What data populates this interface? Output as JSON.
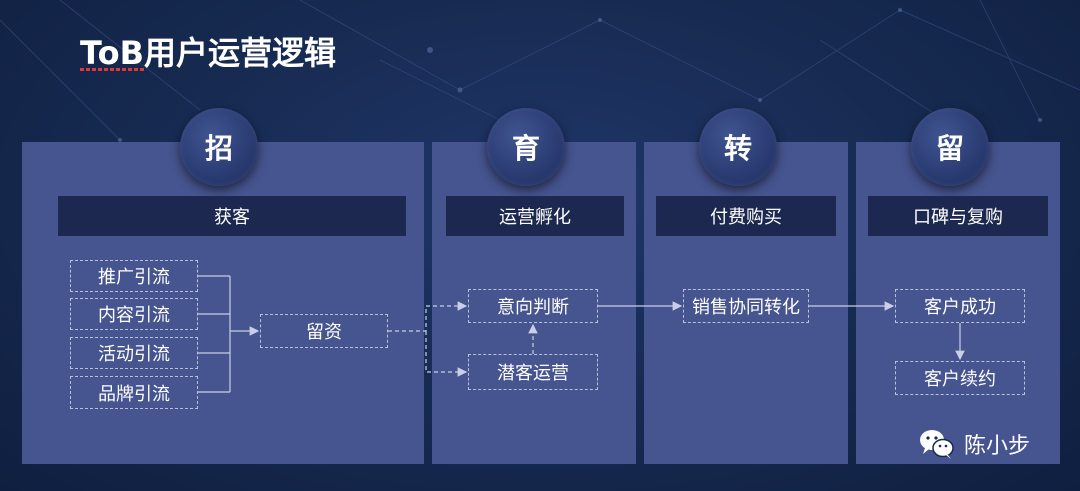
{
  "title": "ToB用户运营逻辑",
  "stages": [
    {
      "label": "招",
      "header": "获客"
    },
    {
      "label": "育",
      "header": "运营孵化"
    },
    {
      "label": "转",
      "header": "付费购买"
    },
    {
      "label": "留",
      "header": "口碑与复购"
    }
  ],
  "sources": [
    "推广引流",
    "内容引流",
    "活动引流",
    "品牌引流"
  ],
  "nodes": {
    "retain_info": "留资",
    "intent_judgment": "意向判断",
    "potential_ops": "潜客运营",
    "sales_conversion": "销售协同转化",
    "customer_success": "客户成功",
    "customer_renewal": "客户续约"
  },
  "watermark": {
    "text": "陈小步",
    "icon": "wechat-icon"
  },
  "colors": {
    "background": "#16294f",
    "panel": "#46548f",
    "header": "#1d2850",
    "circle": "#2a3b72"
  }
}
